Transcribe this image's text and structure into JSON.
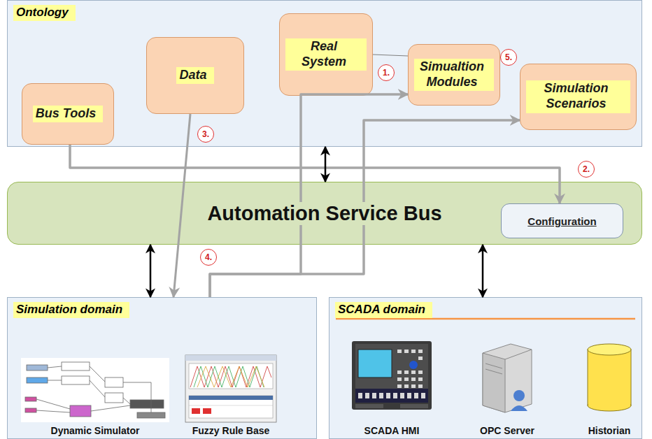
{
  "diagram": {
    "nodes": [
      {
        "text": [
          "Ontology"
        ]
      },
      {
        "text": [
          "Bus Tools"
        ],
        "in": 0
      },
      {
        "text": [
          "Data"
        ],
        "in": 0
      },
      {
        "text": [
          "Real System"
        ],
        "in": 0
      },
      {
        "text": [
          "Simualtion Modules"
        ],
        "in": 0
      },
      {
        "text": [
          "Simulation Scenarios"
        ],
        "in": 0
      },
      {
        "text": [
          "Automation Service Bus"
        ]
      },
      {
        "text": [
          "Configuration"
        ],
        "in": 6
      },
      {
        "text": [
          "Simulation domain"
        ]
      },
      {
        "text": [
          "SCADA domain"
        ]
      }
    ],
    "edges": [
      {
        "from": 1,
        "to": 7,
        "arrow": "to"
      },
      {
        "from": 3,
        "to": 4,
        "arrow": "none"
      },
      {
        "from": 2,
        "to": 8,
        "arrow": "to"
      },
      {
        "from": 8,
        "to": 4,
        "arrow": "to"
      },
      {
        "from": 8,
        "to": 5,
        "arrow": "to"
      },
      {
        "from": 0,
        "to": 6,
        "arrow": "both"
      },
      {
        "from": 6,
        "to": 8,
        "arrow": "both"
      },
      {
        "from": 6,
        "to": 9,
        "arrow": "both"
      }
    ],
    "labels": [
      "1.",
      "2.",
      "3.",
      "4.",
      "5.",
      "Dynamic Simulator",
      "Fuzzy Rule Base",
      "SCADA HMI",
      "OPC Server",
      "Historian"
    ]
  }
}
